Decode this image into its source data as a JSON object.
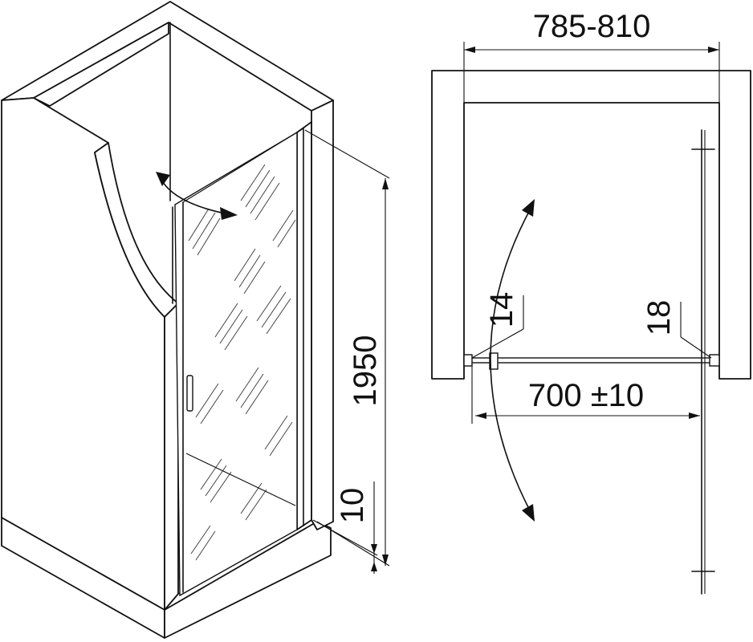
{
  "dimensions": {
    "total_width": "785-810",
    "door_width": "700 ±10",
    "height": "1950",
    "bottom_gap": "10",
    "left_profile": "14",
    "right_profile": "18"
  }
}
